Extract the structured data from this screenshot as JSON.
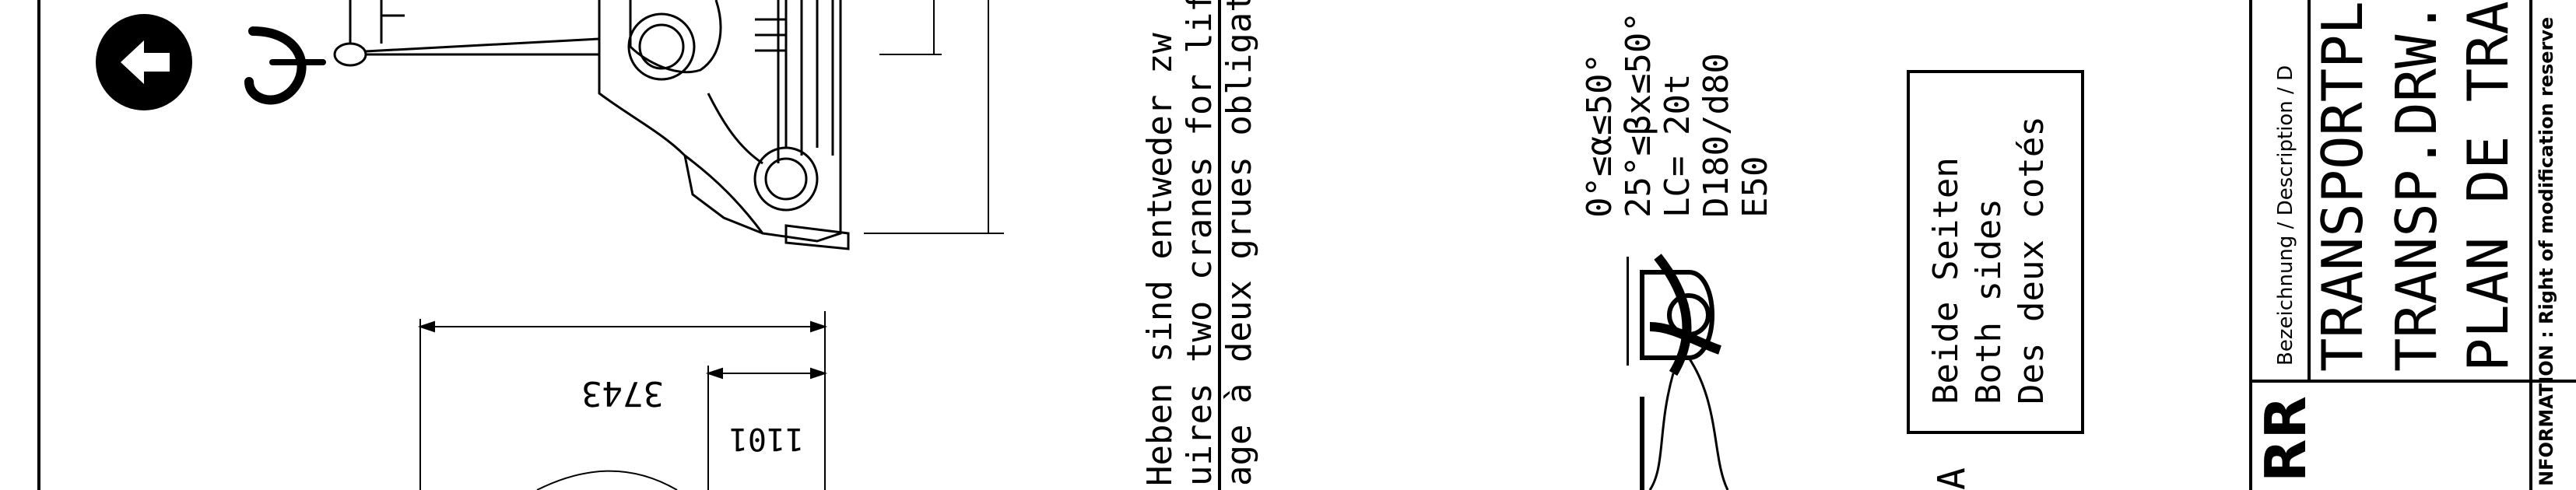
{
  "dims": {
    "overall": "3743",
    "partial": "1101"
  },
  "notes": {
    "lift_de": "Heben sind entweder zw",
    "lift_en": "uires two cranes for lift",
    "lift_fr": "age à deux grues obligat"
  },
  "sling_spec": {
    "alpha": "0°≤α≤50°",
    "beta": "25°≤βx≤50°",
    "lc": "LC= 20t",
    "d": "D180/d80",
    "e": "E50"
  },
  "sides_box": {
    "de": "Beide Seiten",
    "en": "Both sides",
    "fr": "Des deux cotés"
  },
  "view_label": "A",
  "title_block": {
    "logo": "RR",
    "desc_header": "Bezeichnung / Description / D",
    "title_de": "TRANSPORTPLA",
    "title_en": "TRANSP.DRW.U",
    "title_fr": "PLAN DE TRAN",
    "info": "NFORMATION : Right of modification reserve"
  },
  "icons": [
    "arrow-left-icon",
    "crane-hook-icon",
    "shackle-icon",
    "ground-hatch-icon"
  ]
}
